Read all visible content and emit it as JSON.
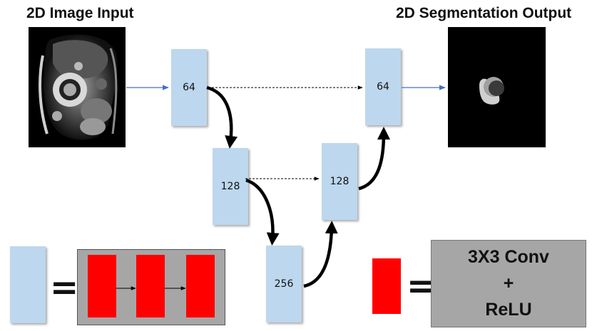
{
  "titles": {
    "input": "2D Image Input",
    "output": "2D Segmentation Output"
  },
  "blocks": {
    "enc1": "64",
    "enc2": "128",
    "bottleneck": "256",
    "dec2": "128",
    "dec1": "64"
  },
  "legend": {
    "equals_sign": "=",
    "conv_line1": "3X3 Conv",
    "conv_line2": "+",
    "conv_line3": "ReLU"
  },
  "colors": {
    "block": "#bdd7ee",
    "conv": "#ff0000",
    "panel": "#a6a6a6",
    "input_arrow": "#4472c4"
  }
}
